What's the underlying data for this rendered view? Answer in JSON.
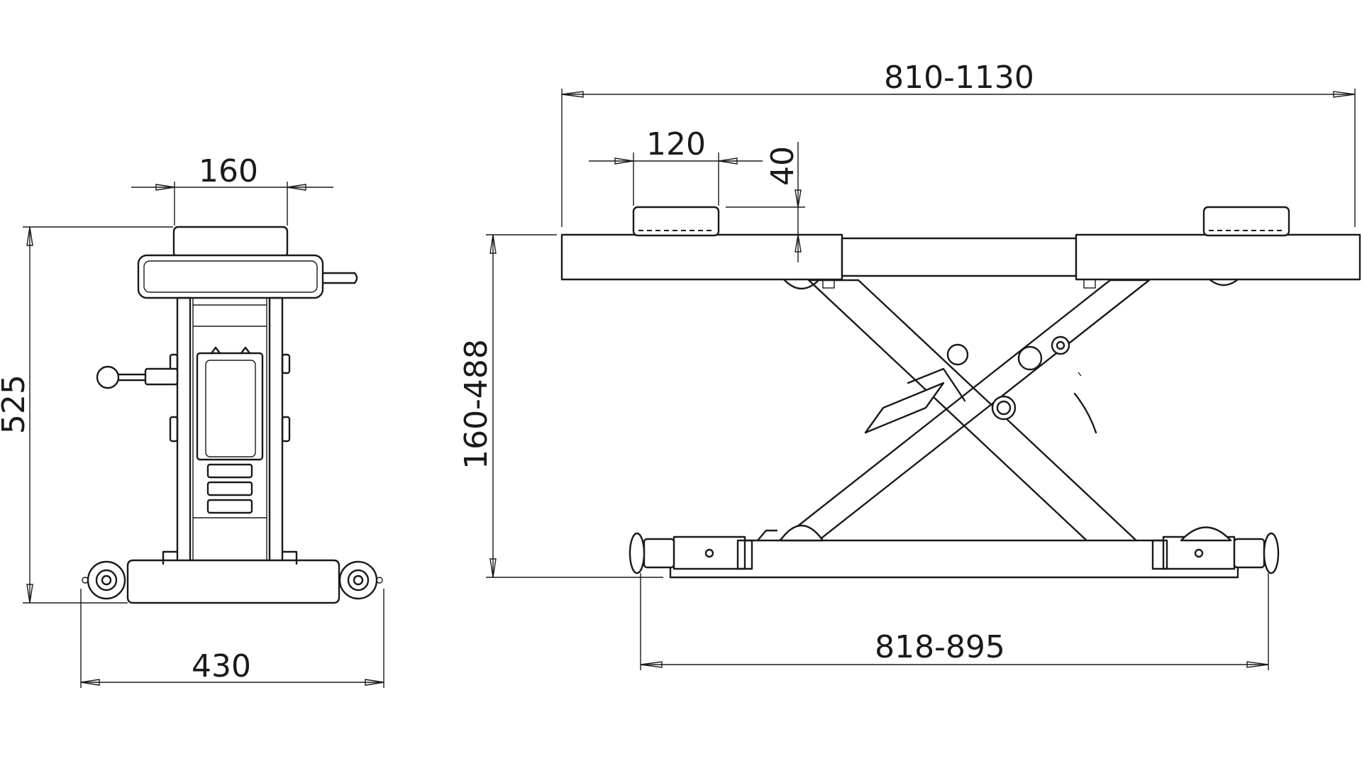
{
  "dimensions": {
    "front_top_width": "160",
    "front_height": "525",
    "front_base_width": "430",
    "side_length": "810-1130",
    "pad_width": "120",
    "pad_height": "40",
    "side_height": "160-488",
    "side_base_length": "818-895"
  }
}
